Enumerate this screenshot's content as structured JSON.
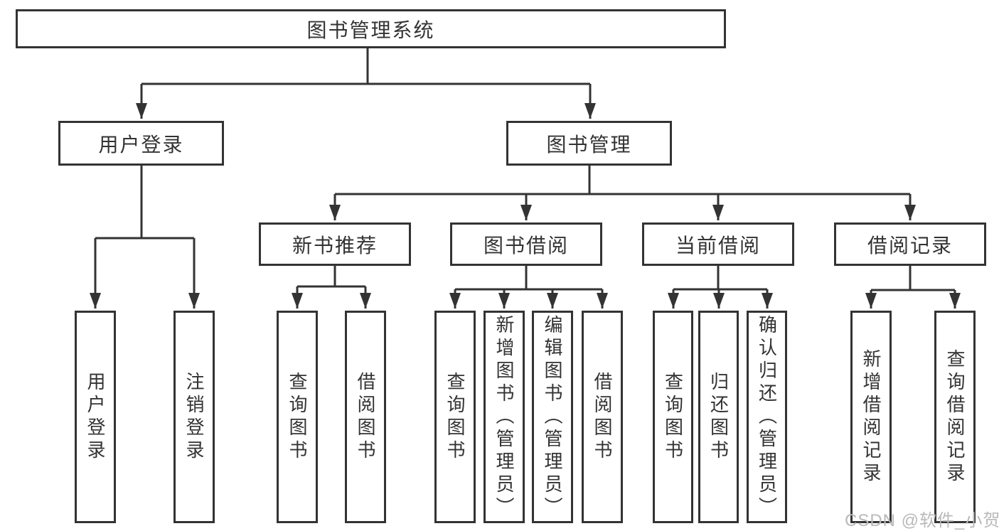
{
  "tree": {
    "root": {
      "label": "图书管理系统"
    },
    "branches": [
      {
        "label": "用户登录",
        "children": [
          "用户登录",
          "注销登录"
        ]
      },
      {
        "label": "图书管理",
        "groups": [
          {
            "label": "新书推荐",
            "children": [
              "查询图书",
              "借阅图书"
            ]
          },
          {
            "label": "图书借阅",
            "children": [
              "查询图书",
              "新增图书（管理员）",
              "编辑图书（管理员）",
              "借阅图书"
            ]
          },
          {
            "label": "当前借阅",
            "children": [
              "查询图书",
              "归还图书",
              "确认归还（管理员）"
            ]
          },
          {
            "label": "借阅记录",
            "children": [
              "新增借阅记录",
              "查询借阅记录"
            ]
          }
        ]
      }
    ]
  },
  "watermark": {
    "text": "CSDN @软件_小贺同学"
  },
  "colors": {
    "line": "#333333",
    "text": "#333333",
    "box_fill": "#ffffff",
    "watermark": "#b9b9b9",
    "background": "#ffffff"
  }
}
